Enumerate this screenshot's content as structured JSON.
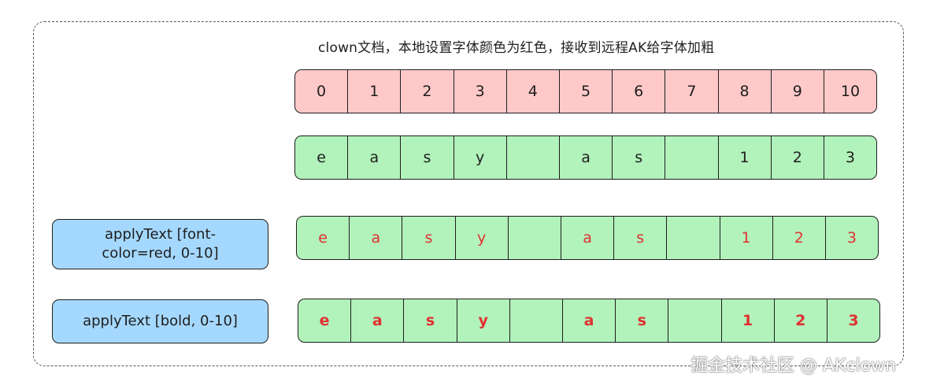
{
  "title": "clown文档，本地设置字体颜色为红色，接收到远程AK给字体加粗",
  "rows": {
    "index_row": [
      "0",
      "1",
      "2",
      "3",
      "4",
      "5",
      "6",
      "7",
      "8",
      "9",
      "10"
    ],
    "text_row": [
      "e",
      "a",
      "s",
      "y",
      "",
      "a",
      "s",
      "",
      "1",
      "2",
      "3"
    ],
    "red_row": [
      "e",
      "a",
      "s",
      "y",
      "",
      "a",
      "s",
      "",
      "1",
      "2",
      "3"
    ],
    "bold_row": [
      "e",
      "a",
      "s",
      "y",
      "",
      "a",
      "s",
      "",
      "1",
      "2",
      "3"
    ]
  },
  "labels": {
    "apply_color": "applyText [font-color=red, 0-10]",
    "apply_bold": "applyText [bold, 0-10]"
  },
  "colors": {
    "index_fill": "#ffc9c9",
    "text_fill": "#b2f2bb",
    "label_fill": "#a5d8ff",
    "text_red": "#e03131"
  },
  "watermark": "掘金技术社区 @ AKclown"
}
